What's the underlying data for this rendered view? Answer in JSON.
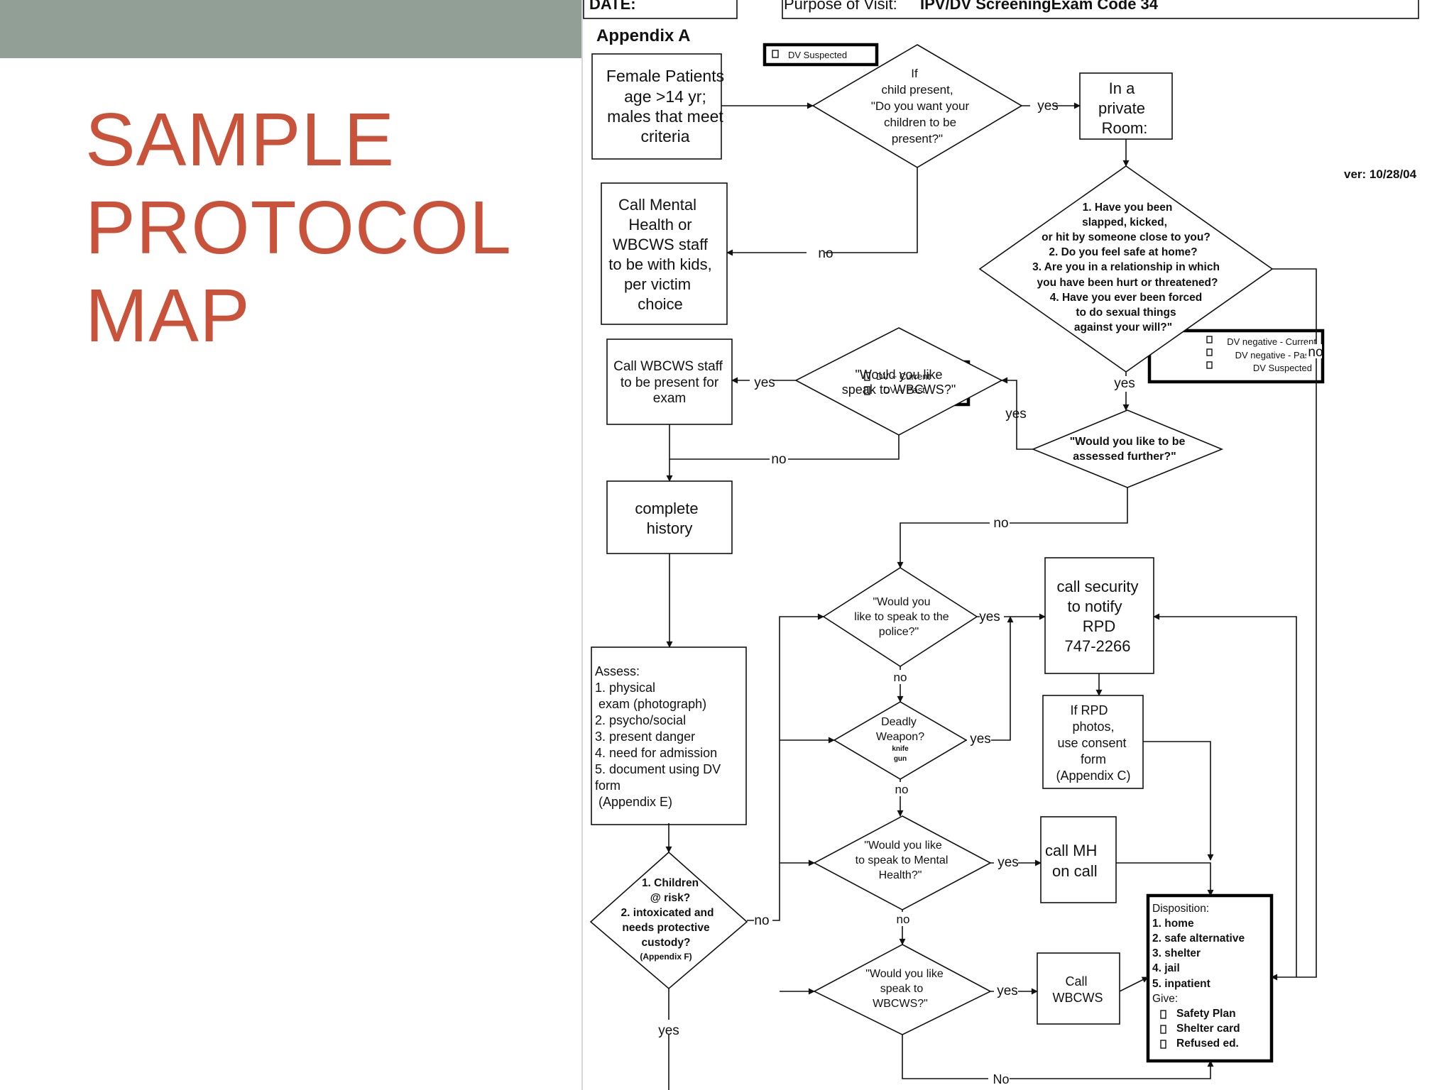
{
  "slide": {
    "title_lines": [
      "SAMPLE",
      "PROTOCOL",
      "MAP"
    ],
    "colors": {
      "title": "#c8533a",
      "top_bar": "#919f96"
    }
  },
  "form_header": {
    "date_label": "DATE:",
    "purpose_label": "Purpose of Visit:",
    "purpose_value": "IPV/DV ScreeningExam Code 34",
    "appendix": "Appendix A",
    "version": "ver: 10/28/04"
  },
  "nodes": {
    "start": [
      "Female Patients",
      "age >14 yr;",
      "males that meet",
      "criteria"
    ],
    "dv_suspected_top": "DV Suspected",
    "q_children": [
      "If",
      "child present,",
      "\"Do you want your",
      "children to be",
      "present?\""
    ],
    "private_room": [
      "In a",
      "private",
      "Room:"
    ],
    "call_mental_health": [
      "Call Mental",
      "Health or",
      "WBCWS staff",
      "to be with kids,",
      "per victim",
      "choice"
    ],
    "screen_questions": [
      "1. Have you been",
      "slapped, kicked,",
      "or hit by someone close to you?",
      "2. Do you feel safe at home?",
      "3. Are you in a relationship in which",
      "you have been hurt or threatened?",
      "4. Have you ever been forced",
      "to do sexual things",
      "against your will?\""
    ],
    "neg_options": [
      "DV negative - Current",
      "DV negative - Past",
      "DV Suspected"
    ],
    "pos_options": [
      "DV + Current",
      "DV + Past"
    ],
    "call_wbcws_exam": [
      "Call WBCWS staff",
      "to be present for",
      "exam"
    ],
    "q_speak_wbcws": [
      "\"Would you like",
      "speak to WBCWS?\""
    ],
    "q_assessed": [
      "\"Would you like to be",
      "assessed further?\""
    ],
    "complete_history": [
      "complete",
      "history"
    ],
    "q_police": [
      "\"Would you",
      "like to speak to the",
      "police?\""
    ],
    "call_security": [
      "call security",
      "to notify",
      "RPD",
      "747-2266"
    ],
    "q_weapon": [
      "Deadly",
      "Weapon?",
      "knife",
      "gun"
    ],
    "rpd_photos": [
      "If RPD",
      "photos,",
      "use consent",
      "form",
      "(Appendix C)"
    ],
    "assess": [
      "Assess:",
      "1. physical",
      " exam (photograph)",
      "2. psycho/social",
      "3. present danger",
      "4. need for admission",
      "5. document using DV",
      "form",
      " (Appendix E)"
    ],
    "q_mental_health": [
      "\"Would you like",
      "to speak to Mental",
      "Health?\""
    ],
    "call_mh": [
      "call MH",
      "on call"
    ],
    "q_children_risk": [
      "1. Children",
      "@ risk?",
      "2. intoxicated and",
      "needs protective",
      "custody?",
      "(Appendix F)"
    ],
    "q_wbcws2": [
      "\"Would you like",
      "speak to",
      "WBCWS?\""
    ],
    "call_wbcws": [
      "Call",
      "WBCWS"
    ],
    "disposition_title": "Disposition:",
    "disposition_items": [
      "1. home",
      "2. safe alternative",
      "3. shelter",
      "4. jail",
      "5. inpatient"
    ],
    "give_label": "Give:",
    "give_items": [
      "Safety Plan",
      "Shelter card",
      "Refused ed."
    ]
  },
  "edge_labels": {
    "yes": "yes",
    "no": "no",
    "No": "No"
  }
}
